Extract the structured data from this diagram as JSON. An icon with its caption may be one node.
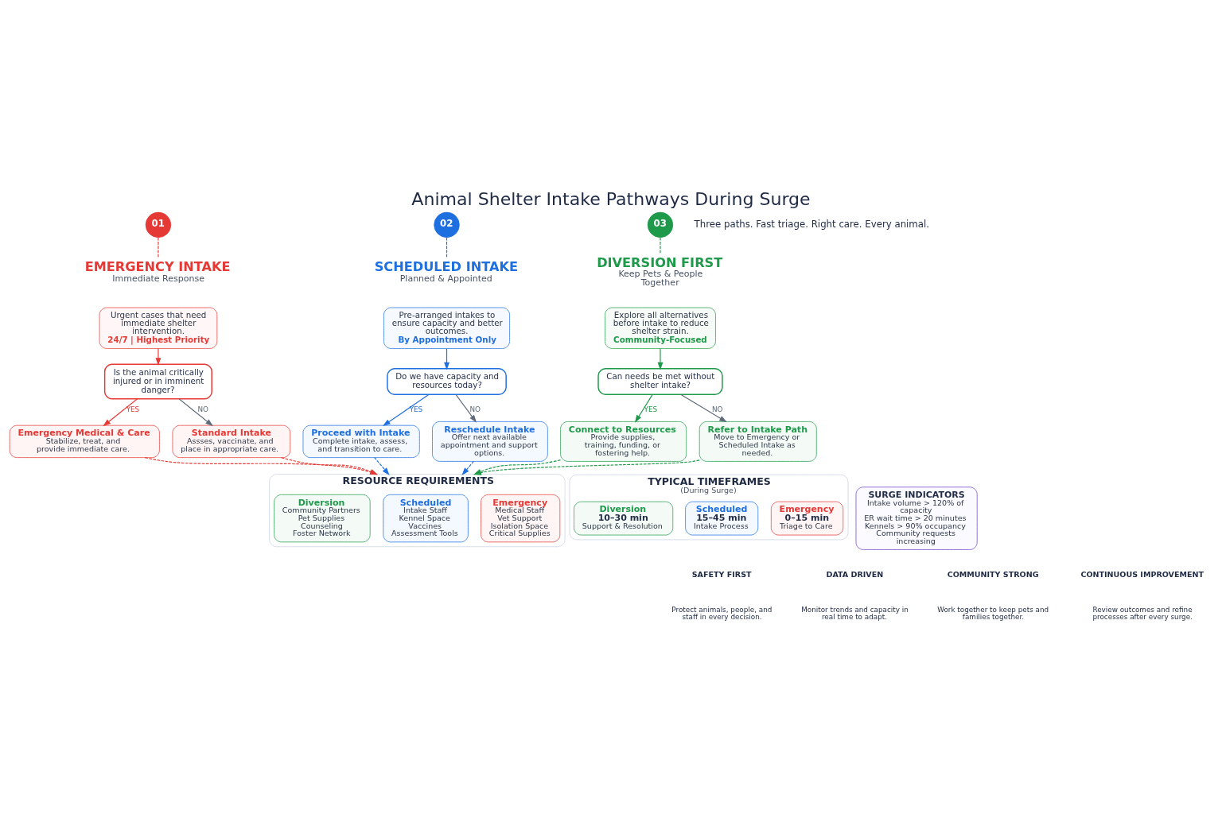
{
  "diagram": {
    "title": "Animal Shelter Intake Pathways During Surge",
    "nodes": [
      {
        "text": [
          "01"
        ]
      },
      {
        "text": [
          "EMERGENCY INTAKE",
          "Immediate Response"
        ]
      },
      {
        "text": [
          "Urgent cases that need immediate shelter intervention.",
          "24/7 | Highest Priority"
        ]
      },
      {
        "text": [
          "Is the animal critically injured or in imminent danger?"
        ]
      },
      {
        "text": [
          "Emergency Medical & Care",
          "Stabilize, treat, and provide immediate care."
        ]
      },
      {
        "text": [
          "Standard Intake",
          "Assses, vaccinate, and place in appropriate care."
        ]
      },
      {
        "text": [
          "02"
        ]
      },
      {
        "text": [
          "SCHEDULED INTAKE",
          "Planned & Appointed"
        ]
      },
      {
        "text": [
          "Pre-arranged intakes to ensure capacity and better outcomes.",
          "By Appointment Only"
        ]
      },
      {
        "text": [
          "Do we have capacity and resources today?"
        ]
      },
      {
        "text": [
          "Proceed with Intake",
          "Complete intake, assess, and transition to care."
        ]
      },
      {
        "text": [
          "Reschedule Intake",
          "Offer next available appointment and support options."
        ]
      },
      {
        "text": [
          "03"
        ]
      },
      {
        "text": [
          "DIVERSION FIRST",
          "Keep Pets & People Together"
        ]
      },
      {
        "text": [
          "Explore all alternatives before intake to reduce shelter strain.",
          "Community-Focused"
        ]
      },
      {
        "text": [
          "Can needs be met without shelter intake?"
        ]
      },
      {
        "text": [
          "Connect to Resources",
          "Provide supplies, training, funding, or fostering help."
        ]
      },
      {
        "text": [
          "Refer to Intake Path",
          "Move to Emergency or Scheduled Intake as needed."
        ]
      },
      {
        "text": [
          "TYPICAL TIMEFRAMES",
          "(During Surge)"
        ]
      },
      {
        "text": [
          "Emergency",
          "0–15 min",
          "Triage to Care"
        ],
        "in": 18
      },
      {
        "text": [
          "Scheduled",
          "15–45 min",
          "Intake Process"
        ],
        "in": 18
      },
      {
        "text": [
          "Diversion",
          "10–30 min",
          "Support & Resolution"
        ],
        "in": 18
      },
      {
        "text": [
          "RESOURCE REQUIREMENTS"
        ]
      },
      {
        "text": [
          "Emergency",
          "Medical Staff",
          "Vet Support",
          "Isolation Space",
          "Critical Supplies"
        ],
        "in": 22
      },
      {
        "text": [
          "Scheduled",
          "Intake Staff",
          "Kennel Space",
          "Vaccines",
          "Assessment Tools"
        ],
        "in": 22
      },
      {
        "text": [
          "Diversion",
          "Community Partners",
          "Pet Supplies",
          "Counseling",
          "Foster Network"
        ],
        "in": 22
      },
      {
        "text": [
          "SURGE INDICATORS",
          "Intake volume > 120% of capacity",
          "ER wait time > 20 minutes",
          "Kennels > 90% occupancy",
          "Community requests increasing"
        ]
      }
    ],
    "edges": [
      {
        "from": 0,
        "to": 1,
        "arrow": "none",
        "style": "dashed",
        "color": "#e53935"
      },
      {
        "from": 2,
        "to": 3,
        "arrow": "to",
        "color": "#e53935"
      },
      {
        "from": 3,
        "to": 4,
        "arrow": "to",
        "label": "YES",
        "color": "#e53935"
      },
      {
        "from": 3,
        "to": 5,
        "arrow": "to",
        "label": "NO",
        "color": "#5f6b7a"
      },
      {
        "from": 6,
        "to": 7,
        "arrow": "none",
        "style": "dashed",
        "color": "#1e6fe0"
      },
      {
        "from": 8,
        "to": 9,
        "arrow": "to",
        "color": "#1e6fe0"
      },
      {
        "from": 9,
        "to": 10,
        "arrow": "to",
        "label": "YES",
        "color": "#1e6fe0"
      },
      {
        "from": 9,
        "to": 11,
        "arrow": "to",
        "label": "NO",
        "color": "#5f6b7a"
      },
      {
        "from": 12,
        "to": 13,
        "arrow": "none",
        "style": "dashed",
        "color": "#1e9a4a"
      },
      {
        "from": 14,
        "to": 15,
        "arrow": "to",
        "color": "#1e9a4a"
      },
      {
        "from": 15,
        "to": 16,
        "arrow": "to",
        "label": "YES",
        "color": "#1e9a4a"
      },
      {
        "from": 15,
        "to": 17,
        "arrow": "to",
        "label": "NO",
        "color": "#5f6b7a"
      },
      {
        "from": 4,
        "to": 22,
        "arrow": "to",
        "style": "dashed",
        "color": "#e53935"
      },
      {
        "from": 5,
        "to": 22,
        "arrow": "to",
        "style": "dashed",
        "color": "#e53935"
      },
      {
        "from": 10,
        "to": 22,
        "arrow": "to",
        "style": "dashed",
        "color": "#1e6fe0"
      },
      {
        "from": 11,
        "to": 22,
        "arrow": "to",
        "style": "dashed",
        "color": "#1e6fe0"
      },
      {
        "from": 16,
        "to": 22,
        "arrow": "to",
        "style": "dashed",
        "color": "#1e9a4a"
      },
      {
        "from": 17,
        "to": 22,
        "arrow": "to",
        "style": "dashed",
        "color": "#1e9a4a"
      }
    ],
    "labels": [
      "Three paths. Fast triage. Right care. Every animal.",
      "SAFETY FIRST",
      "Protect animals, people, and staff in every decision.",
      "DATA DRIVEN",
      "Monitor trends and capacity in real time to adapt.",
      "COMMUNITY STRONG",
      "Work together to keep pets and families together.",
      "CONTINUOUS IMPROVEMENT",
      "Review outcomes and refine processes after every surge."
    ]
  }
}
